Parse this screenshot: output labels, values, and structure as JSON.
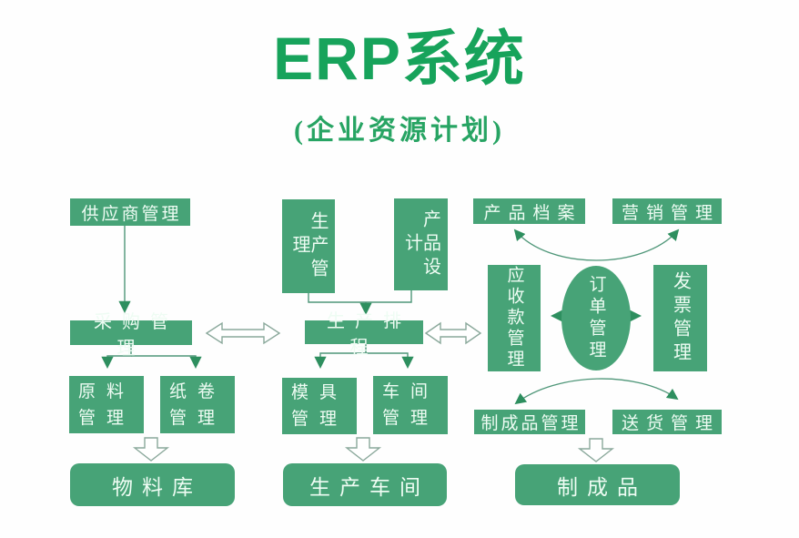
{
  "title": {
    "main": "ERP系统",
    "subtitle": "(企业资源计划)"
  },
  "colors": {
    "node_fill": "#47a377",
    "title_green": "#17a35b",
    "line_green": "#4e9678",
    "arrowhead_green": "#2e8f5f",
    "hollow_outline": "#8aa89b",
    "text_on_node": "#eefcf3"
  },
  "nodes": {
    "supplier_management": "供应商管理",
    "purchasing_management": "采购管理",
    "raw_material_management": "原料管理",
    "paper_roll_management": "纸卷管理",
    "material_warehouse": "物料库",
    "production_management": "生产管理",
    "product_design": "产品设计",
    "production_scheduling": "生产排程",
    "mold_management": "模具管理",
    "workshop_management": "车间管理",
    "production_workshop": "生产车间",
    "product_archive": "产品档案",
    "marketing_management": "营销管理",
    "receivables_management": "应收款管理",
    "order_management": "订单管理",
    "invoice_management": "发票管理",
    "finished_goods_management": "制成品管理",
    "delivery_management": "送货管理",
    "finished_goods": "制成品"
  }
}
